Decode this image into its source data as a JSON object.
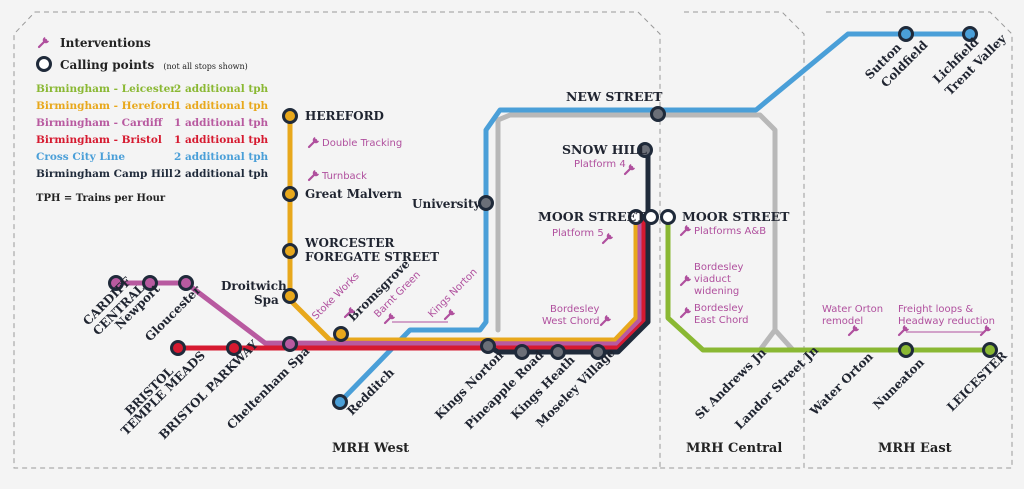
{
  "colors": {
    "leicester": "#8ab833",
    "hereford": "#e8a81c",
    "cardiff": "#b85aa0",
    "bristol": "#d61a30",
    "cross_city": "#4a9fd8",
    "camp_hill": "#1f2a3a",
    "disused": "#b8b8b8",
    "intervention": "#b0509e"
  },
  "legend": {
    "interventions": "Interventions",
    "calling_points": "Calling points",
    "calling_points_note": "(not all stops shown)",
    "rows": [
      {
        "service": "Birmingham - Leicester",
        "extra": "2 additional tph",
        "color": "#8ab833"
      },
      {
        "service": "Birmingham - Hereford",
        "extra": "1 additional tph",
        "color": "#e8a81c"
      },
      {
        "service": "Birmingham - Cardiff",
        "extra": "1 additional tph",
        "color": "#b85aa0"
      },
      {
        "service": "Birmingham - Bristol",
        "extra": "1 additional tph",
        "color": "#d61a30"
      },
      {
        "service": "Cross City Line",
        "extra": "2 additional tph",
        "color": "#4a9fd8"
      },
      {
        "service": "Birmingham Camp Hill",
        "extra": "2 additional tph",
        "color": "#1f2a3a"
      }
    ],
    "tph_note": "TPH = Trains per Hour"
  },
  "regions": {
    "west": "MRH West",
    "central": "MRH Central",
    "east": "MRH East"
  },
  "stations": {
    "new_street": "NEW STREET",
    "snow_hill": "SNOW HILL",
    "moor_street_left": "MOOR STREET",
    "moor_street_right": "MOOR STREET",
    "university": "University",
    "hereford": "HEREFORD",
    "great_malvern": "Great Malvern",
    "worcester_1": "WORCESTER",
    "worcester_2": "FOREGATE STREET",
    "droitwich_1": "Droitwich",
    "droitwich_2": "Spa",
    "bromsgrove": "Bromsgrove",
    "cardiff_1": "CARDIFF",
    "cardiff_2": "CENTRAL",
    "newport": "Newport",
    "gloucester": "Gloucester",
    "bristol_tm_1": "BRISTOL",
    "bristol_tm_2": "TEMPLE MEADS",
    "bristol_parkway": "BRISTOL PARKWAY",
    "cheltenham": "Cheltenham Spa",
    "redditch": "Redditch",
    "kings_norton": "Kings Norton",
    "pineapple_road": "Pineapple Road",
    "kings_heath": "Kings Heath",
    "moseley": "Moseley Village",
    "st_andrews": "St Andrews Jn",
    "landor": "Landor Street Jn",
    "water_orton": "Water Orton",
    "nuneaton": "Nuneaton",
    "leicester": "LEICESTER",
    "sutton_1": "Sutton",
    "sutton_2": "Coldfield",
    "lichfield_1": "Lichfield",
    "lichfield_2": "Trent Valley"
  },
  "interventions": {
    "double_tracking": "Double Tracking",
    "turnback": "Turnback",
    "platform_4": "Platform 4",
    "platform_5": "Platform 5",
    "platforms_ab": "Platforms A&B",
    "bordesley_viaduct_1": "Bordesley",
    "bordesley_viaduct_2": "viaduct",
    "bordesley_viaduct_3": "widening",
    "bordesley_east_1": "Bordesley",
    "bordesley_east_2": "East Chord",
    "bordesley_west_1": "Bordesley",
    "bordesley_west_2": "West Chord",
    "stoke_works": "Stoke Works",
    "barnt_green": "Barnt Green",
    "kings_norton": "Kings Norton",
    "water_orton_1": "Water Orton",
    "water_orton_2": "remodel",
    "freight_1": "Freight loops &",
    "freight_2": "Headway reduction"
  }
}
